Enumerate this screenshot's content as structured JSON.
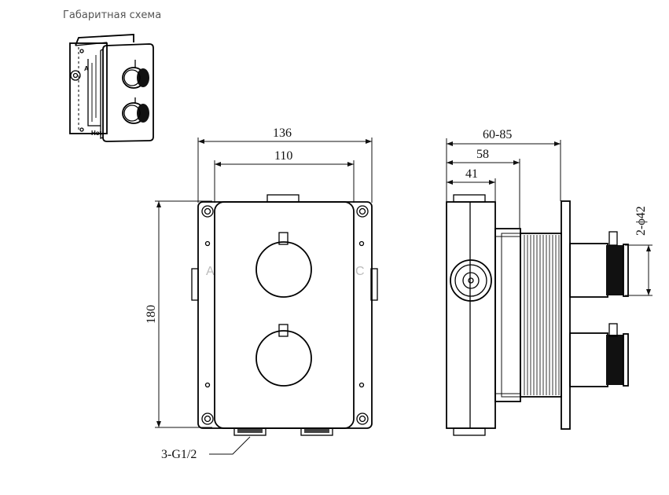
{
  "caption": "Габаритная схема",
  "dimensions": {
    "width_outer": "136",
    "width_inner": "110",
    "height": "180",
    "depth_range": "60-85",
    "depth_58": "58",
    "depth_41": "41",
    "diameter": "2-ϕ42",
    "thread": "3-G1/2"
  },
  "thumbnail_labels": {
    "a": "A",
    "hot": "Hot"
  },
  "panel_labels": {
    "a": "A",
    "c": "C"
  }
}
